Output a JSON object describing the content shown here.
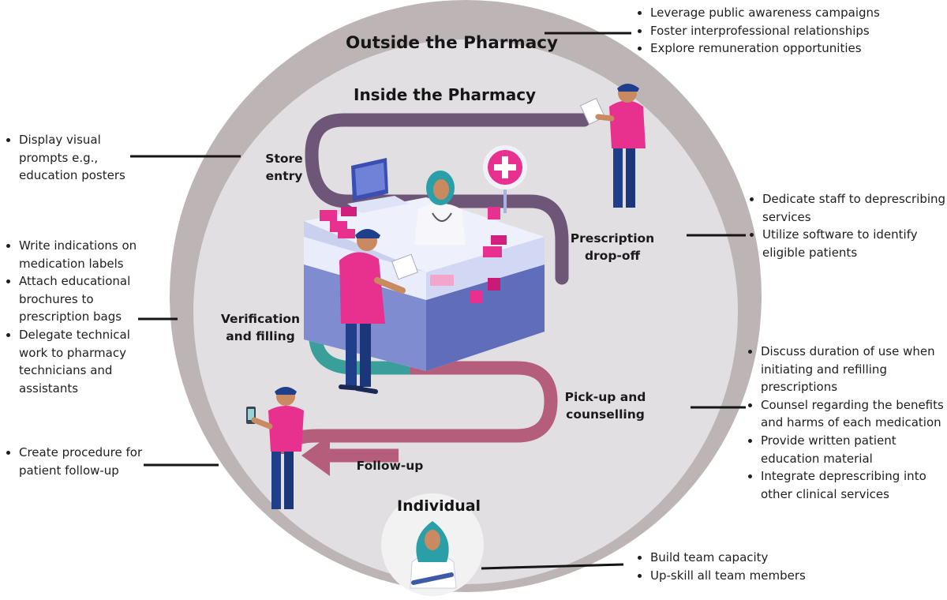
{
  "titles": {
    "outside": "Outside the Pharmacy",
    "inside": "Inside the Pharmacy",
    "individual": "Individual"
  },
  "stages": {
    "store_entry": [
      "Store",
      "entry"
    ],
    "prescription_dropoff": [
      "Prescription",
      "drop-off"
    ],
    "verification_filling": [
      "Verification",
      "and filling"
    ],
    "pickup_counselling": [
      "Pick-up and",
      "counselling"
    ],
    "follow_up": "Follow-up"
  },
  "notes": {
    "outside": [
      "Leverage public awareness campaigns",
      "Foster interprofessional relationships",
      "Explore remuneration opportunities"
    ],
    "store_entry": [
      "Display visual prompts e.g., education posters"
    ],
    "prescription_dropoff": [
      "Dedicate staff to deprescribing services",
      "Utilize software to identify eligible patients"
    ],
    "verification_filling": [
      "Write indications on medication labels",
      "Attach educational brochures to prescription bags",
      "Delegate technical work to pharmacy technicians and assistants"
    ],
    "pickup_counselling": [
      "Discuss duration of use when initiating and refilling prescriptions",
      "Counsel regarding the benefits and harms of each medication",
      "Provide written patient education material",
      "Integrate deprescribing into other clinical services"
    ],
    "follow_up": [
      "Create procedure for patient follow-up"
    ],
    "individual": [
      "Build team capacity",
      "Up-skill all team members"
    ]
  },
  "colors": {
    "outer_ring": "#bdb5b5",
    "inner_circle": "#e1dfe1",
    "path_purple": "#6e5679",
    "path_teal": "#3a9f9a",
    "path_rose": "#b55e7b",
    "staff_shirt": "#e8308f",
    "staff_pants": "#1f3f8a"
  }
}
